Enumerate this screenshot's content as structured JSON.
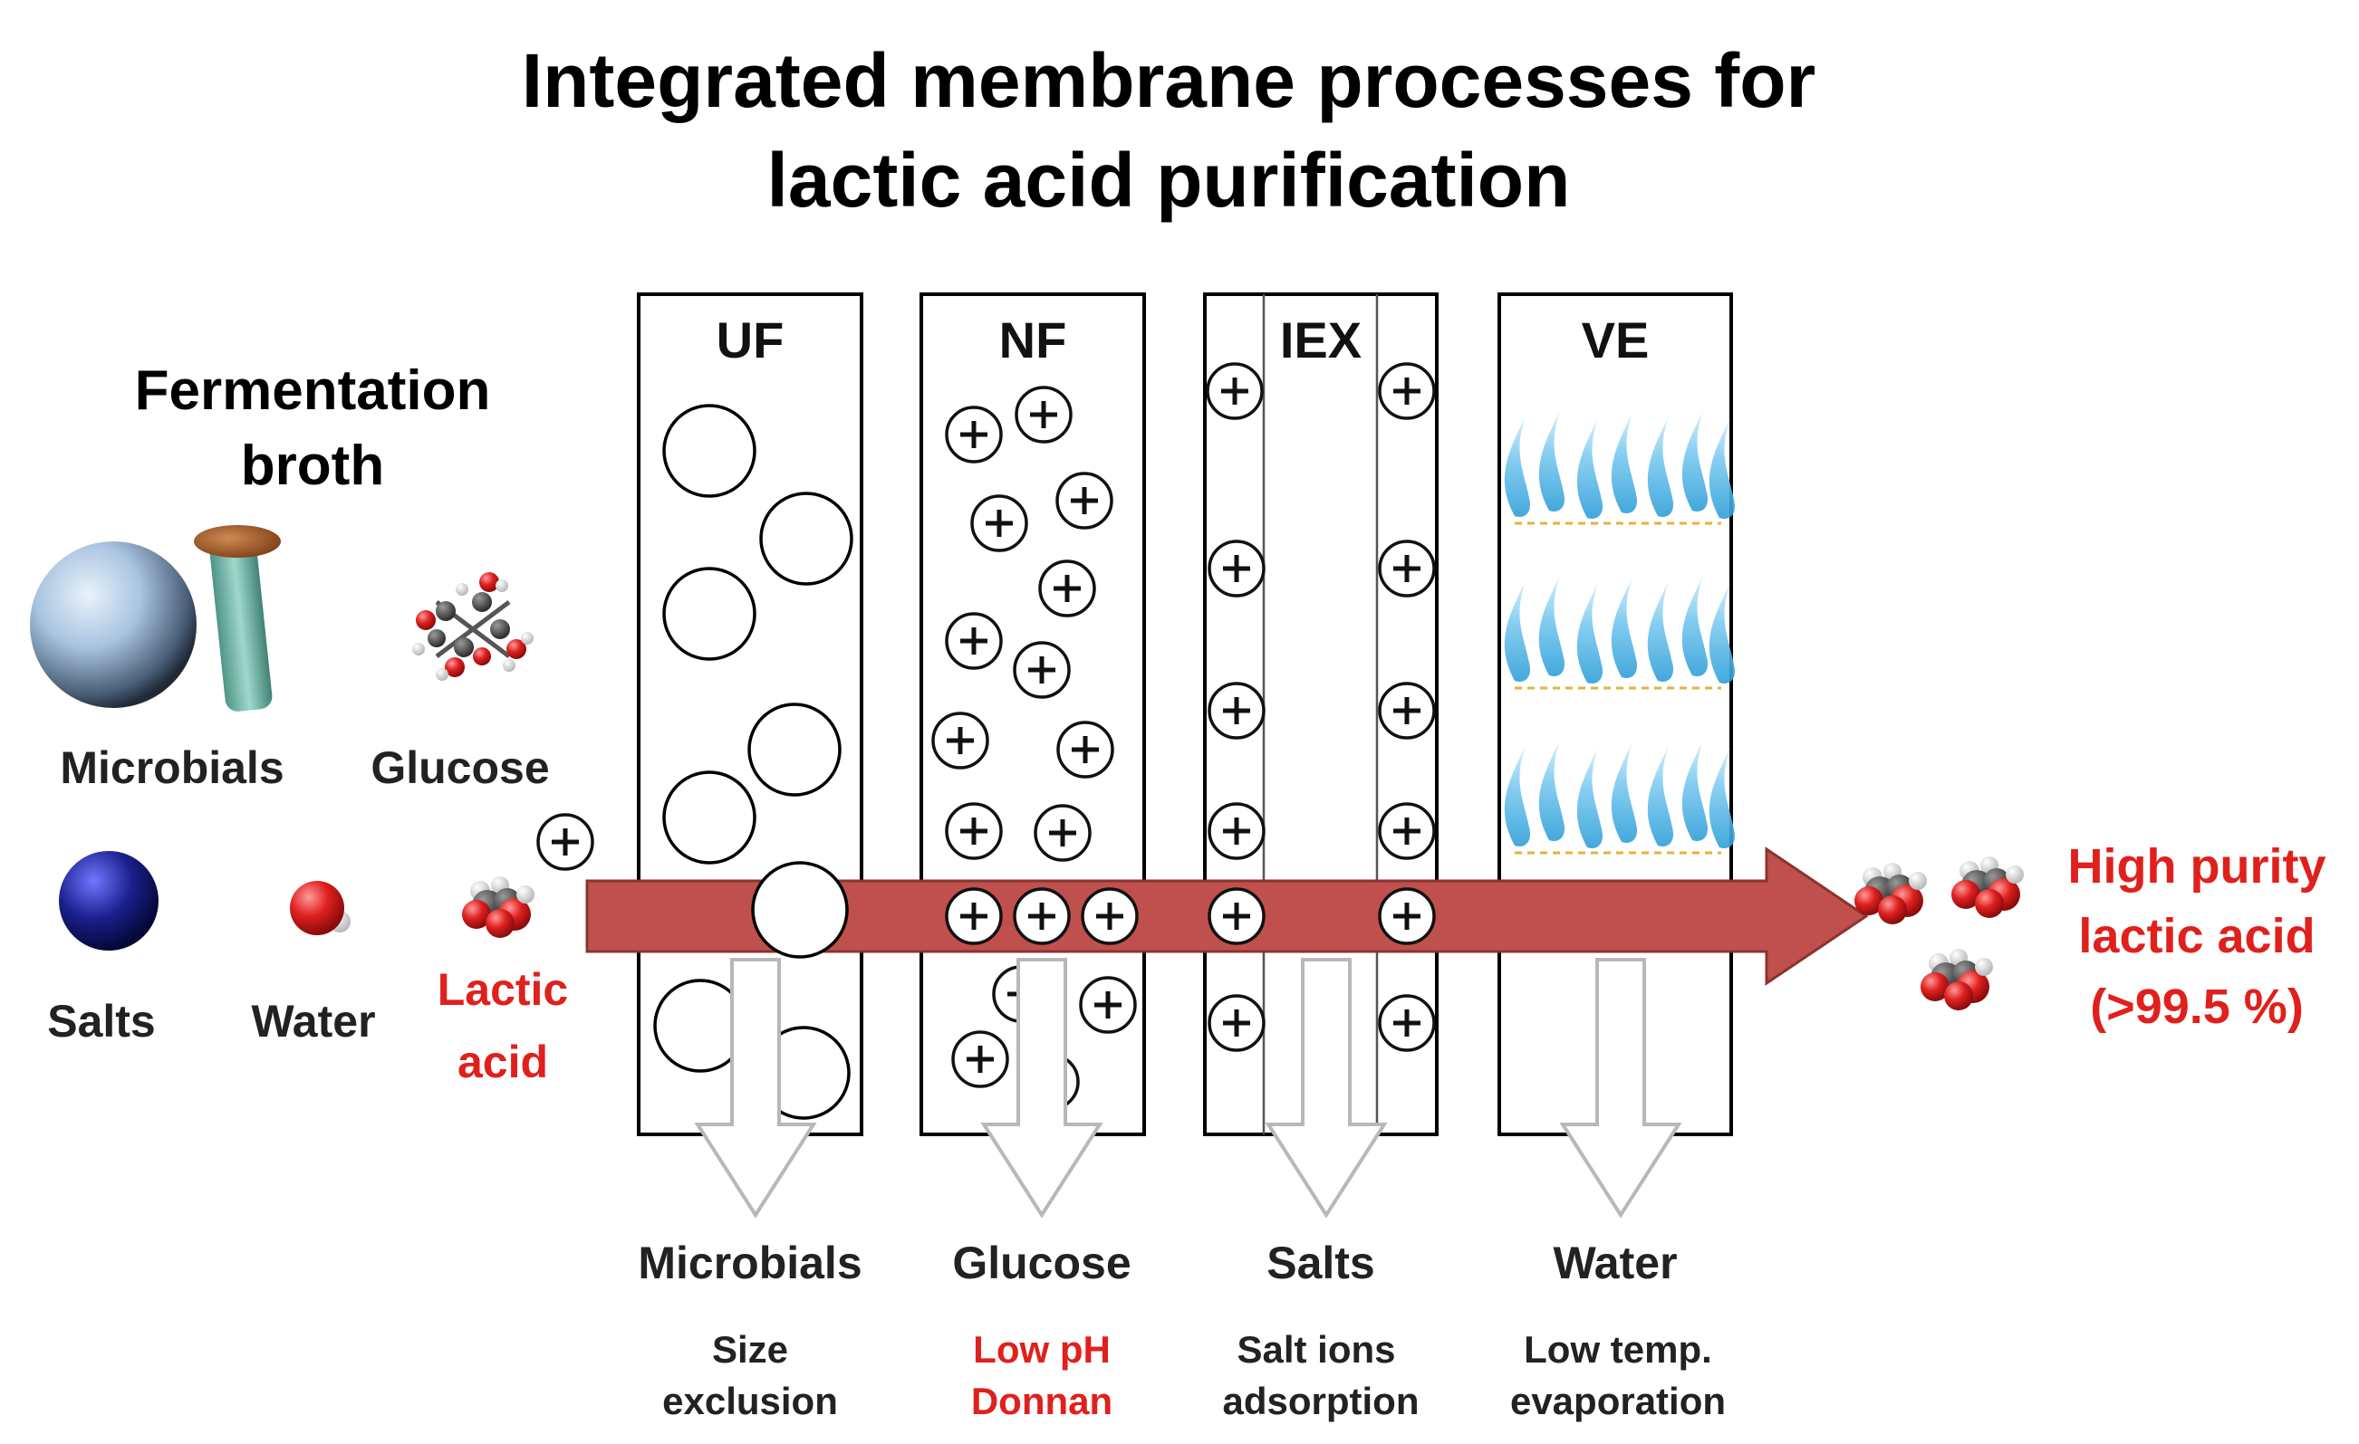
{
  "title": {
    "line1": "Integrated membrane processes for",
    "line2": "lactic acid purification"
  },
  "feed": {
    "heading_line1": "Fermentation",
    "heading_line2": "broth",
    "components": {
      "microbials": "Microbials",
      "glucose": "Glucose",
      "salts": "Salts",
      "water": "Water",
      "lactic_line1": "Lactic",
      "lactic_line2": "acid"
    }
  },
  "stages": [
    {
      "id": "UF",
      "label": "UF",
      "removed": "Microbials",
      "mechanism_line1": "Size",
      "mechanism_line2": "exclusion"
    },
    {
      "id": "NF",
      "label": "NF",
      "removed": "Glucose",
      "mechanism_line1": "Low pH",
      "mechanism_line2": "Donnan"
    },
    {
      "id": "IEX",
      "label": "IEX",
      "removed": "Salts",
      "mechanism_line1": "Salt ions",
      "mechanism_line2": "adsorption"
    },
    {
      "id": "VE",
      "label": "VE",
      "removed": "Water",
      "mechanism_line1": "Low temp.",
      "mechanism_line2": "evaporation"
    }
  ],
  "product": {
    "line1": "High purity",
    "line2": "lactic acid",
    "line3": "(>99.5 %)"
  },
  "symbols": {
    "cation": "+"
  },
  "colors": {
    "highlight_red": "#e0201c",
    "flow_arrow": "#c0504d",
    "vapor_blue": "#5ab8e6",
    "microbe_sphere": "#a8c4e0",
    "microbe_rod": "#7cc2b4",
    "microbe_cap": "#a05a2a",
    "salt_sphere": "#1a1f8c",
    "water_red": "#e02020"
  },
  "icons": [
    "microbe-sphere-icon",
    "microbe-rod-icon",
    "glucose-molecule-icon",
    "salt-sphere-icon",
    "water-molecule-icon",
    "lactic-acid-molecule-icon",
    "cation-icon",
    "vapor-flame-icon"
  ]
}
